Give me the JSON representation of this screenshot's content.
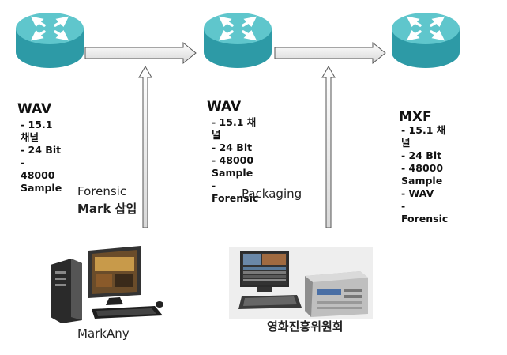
{
  "nodes": [
    {
      "title": "WAV",
      "specs": [
        "15.1 채널",
        "24 Bit",
        "48000 Sample"
      ]
    },
    {
      "title": "WAV",
      "specs": [
        "15.1 채널",
        "24 Bit",
        "48000 Sample",
        "Forensic"
      ]
    },
    {
      "title": "MXF",
      "specs": [
        "15.1 채널",
        "24 Bit",
        "48000 Sample",
        "WAV",
        "Forensic"
      ]
    }
  ],
  "process_labels": {
    "forensic_line1": "Forensic",
    "forensic_line2": "Mark 삽입",
    "packaging": "Packaging"
  },
  "sources": {
    "left": "MarkAny",
    "right": "영화진흥위원회"
  },
  "colors": {
    "router_top": "#5fc6cc",
    "router_side": "#2d9aa6",
    "arrow_fill": "#f4f4f4",
    "arrow_stroke": "#555555"
  }
}
